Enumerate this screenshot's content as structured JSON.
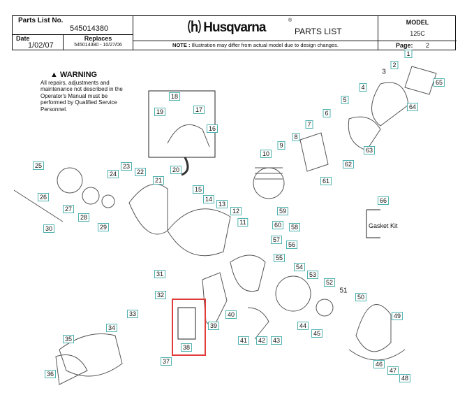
{
  "header": {
    "parts_list_no_label": "Parts List No.",
    "parts_list_no": "545014380",
    "date_label": "Date",
    "date": "1/02/07",
    "replaces_label": "Replaces",
    "replaces": "545014380 - 10/27/06",
    "brand": "Husqvarna",
    "registered": "®",
    "title": "PARTS LIST",
    "note_label": "NOTE :",
    "note": "Illustration may differ from actual model due to design changes.",
    "model_label": "MODEL",
    "model": "125C",
    "page_label": "Page:",
    "page": "2"
  },
  "warning": {
    "title": "WARNING",
    "text": "All repairs, adjustments and maintenance not described in the Operator's Manual must be performed by Qualified Service Personnel."
  },
  "gasket_kit": "Gasket Kit",
  "parts": [
    "1",
    "2",
    "3",
    "4",
    "5",
    "6",
    "7",
    "8",
    "9",
    "10",
    "11",
    "12",
    "13",
    "14",
    "15",
    "16",
    "17",
    "18",
    "19",
    "20",
    "21",
    "22",
    "23",
    "24",
    "25",
    "26",
    "27",
    "28",
    "29",
    "30",
    "31",
    "32",
    "33",
    "34",
    "35",
    "36",
    "37",
    "38",
    "39",
    "40",
    "41",
    "42",
    "43",
    "44",
    "45",
    "46",
    "47",
    "48",
    "49",
    "50",
    "51",
    "52",
    "53",
    "54",
    "55",
    "56",
    "57",
    "58",
    "59",
    "60",
    "61",
    "62",
    "63",
    "64",
    "65",
    "66"
  ],
  "highlighted_part": "38",
  "colors": {
    "callout_border": "#4fb3b0",
    "highlight": "#e23b3b"
  }
}
